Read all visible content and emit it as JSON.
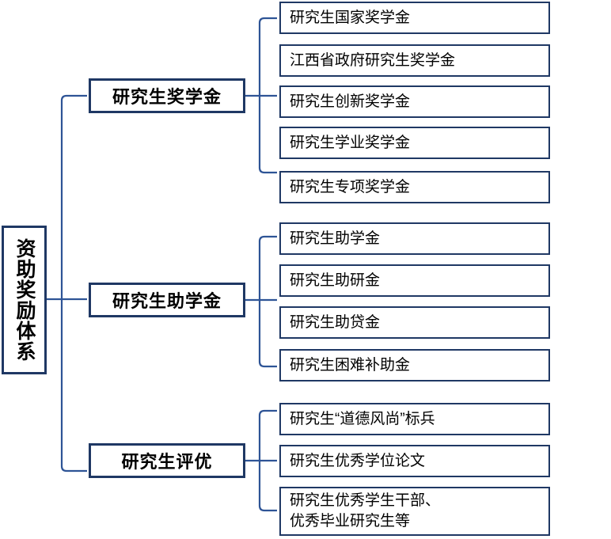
{
  "diagram": {
    "title": "资助奖励体系",
    "type": "organizational-tree",
    "colors": {
      "border": "#1F3864",
      "connector": "#2E5496",
      "text": "#000000",
      "background": "#FFFFFF"
    },
    "root": {
      "label": "资助奖励体系",
      "orientation": "vertical"
    },
    "branches": [
      {
        "label": "研究生奖学金",
        "items": [
          {
            "label": "研究生国家奖学金"
          },
          {
            "label": "江西省政府研究生奖学金"
          },
          {
            "label": "研究生创新奖学金"
          },
          {
            "label": "研究生学业奖学金"
          },
          {
            "label": "研究生专项奖学金"
          }
        ]
      },
      {
        "label": "研究生助学金",
        "items": [
          {
            "label": "研究生助学金"
          },
          {
            "label": "研究生助研金"
          },
          {
            "label": "研究生助贷金"
          },
          {
            "label": "研究生困难补助金"
          }
        ]
      },
      {
        "label": "研究生评优",
        "items": [
          {
            "label": "研究生“道德风尚”标兵"
          },
          {
            "label": "研究生优秀学位论文"
          },
          {
            "label": "研究生优秀学生干部、\n优秀毕业研究生等"
          }
        ]
      }
    ]
  }
}
